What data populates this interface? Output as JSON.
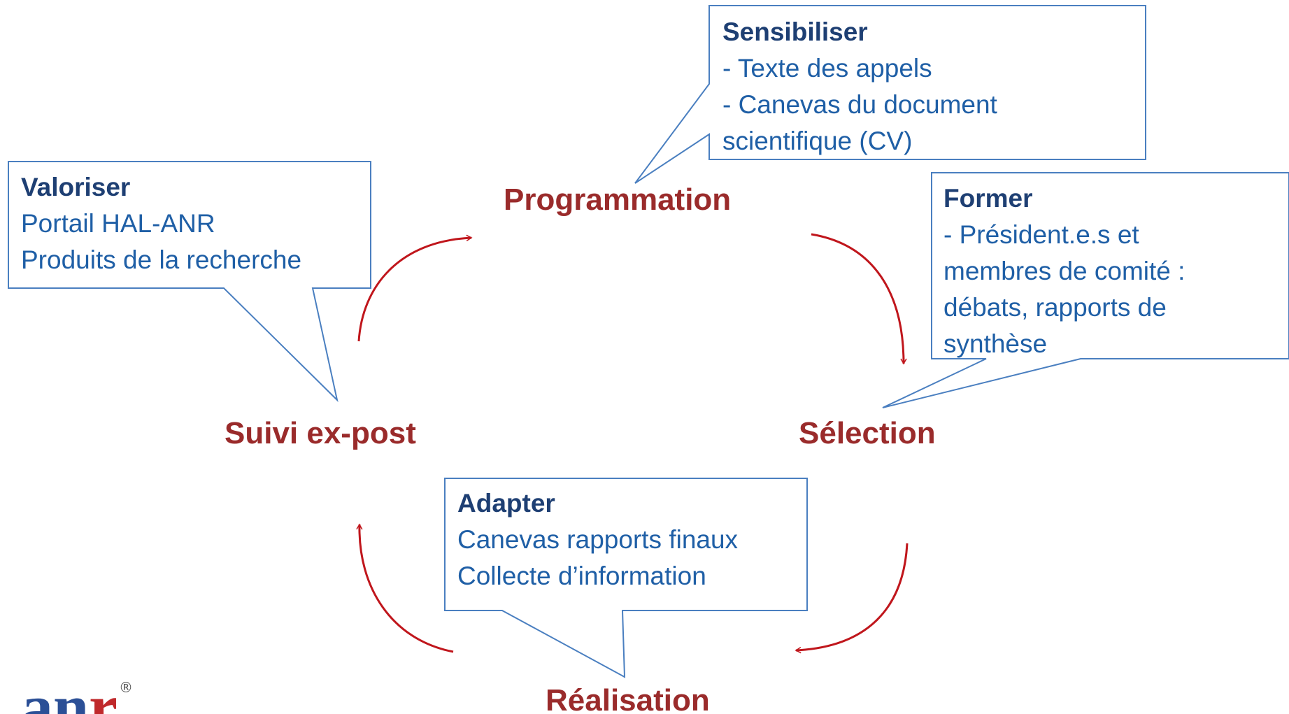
{
  "colors": {
    "stage_label": "#9a2b2b",
    "callout_border": "#4a7fc0",
    "callout_title": "#1e3f73",
    "callout_text": "#1f5fa6",
    "arrow": "#c0161c",
    "logo_primary": "#2b4f96",
    "logo_accent": "#c0292b"
  },
  "stages": {
    "programmation": "Programmation",
    "selection": "Sélection",
    "realisation": "Réalisation",
    "suivi": "Suivi ex-post"
  },
  "callouts": {
    "sensibiliser": {
      "title": "Sensibiliser",
      "lines": [
        "- Texte des appels",
        "- Canevas du document",
        "scientifique (CV)"
      ]
    },
    "former": {
      "title": "Former",
      "lines": [
        "- Président.e.s et",
        "membres de comité :",
        "débats, rapports de",
        "synthèse"
      ]
    },
    "valoriser": {
      "title": "Valoriser",
      "lines": [
        "Portail HAL-ANR",
        "Produits de la recherche"
      ]
    },
    "adapter": {
      "title": "Adapter",
      "lines": [
        "Canevas rapports finaux",
        "Collecte d’information"
      ]
    }
  },
  "logo": {
    "text_main": "an",
    "text_accent": "r",
    "mark": "®"
  }
}
